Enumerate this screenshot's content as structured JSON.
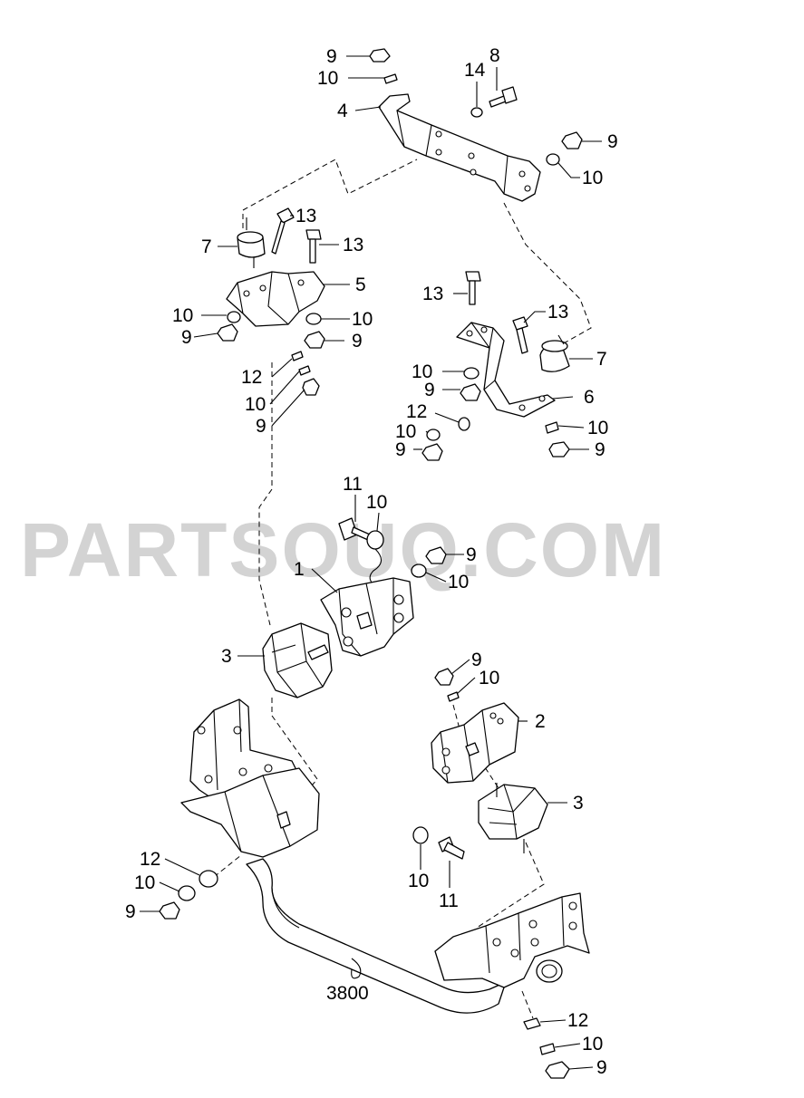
{
  "watermark": "PARTSOUQ.COM",
  "callouts": {
    "c9a": "9",
    "c10a": "10",
    "c4": "4",
    "c14": "14",
    "c8": "8",
    "c9b": "9",
    "c10b": "10",
    "c13a": "13",
    "c7a": "7",
    "c13b": "13",
    "c5": "5",
    "c10c": "10",
    "c9c": "9",
    "c10d": "10",
    "c9d": "9",
    "c12a": "12",
    "c10e": "10",
    "c9e": "9",
    "c13c": "13",
    "c13d": "13",
    "c7b": "7",
    "c10f": "10",
    "c9f": "9",
    "c6": "6",
    "c12b": "12",
    "c10g": "10",
    "c9g": "9",
    "c10h": "10",
    "c9h": "9",
    "c11a": "11",
    "c10i": "10",
    "c9i": "9",
    "c1": "1",
    "c10j": "10",
    "c3a": "3",
    "c9j": "9",
    "c10k": "10",
    "c2": "2",
    "c3b": "3",
    "c12c": "12",
    "c10l": "10",
    "c9k": "9",
    "c10m": "10",
    "c11b": "11",
    "c3800": "3800",
    "c12d": "12",
    "c10n": "10",
    "c9l": "9"
  }
}
